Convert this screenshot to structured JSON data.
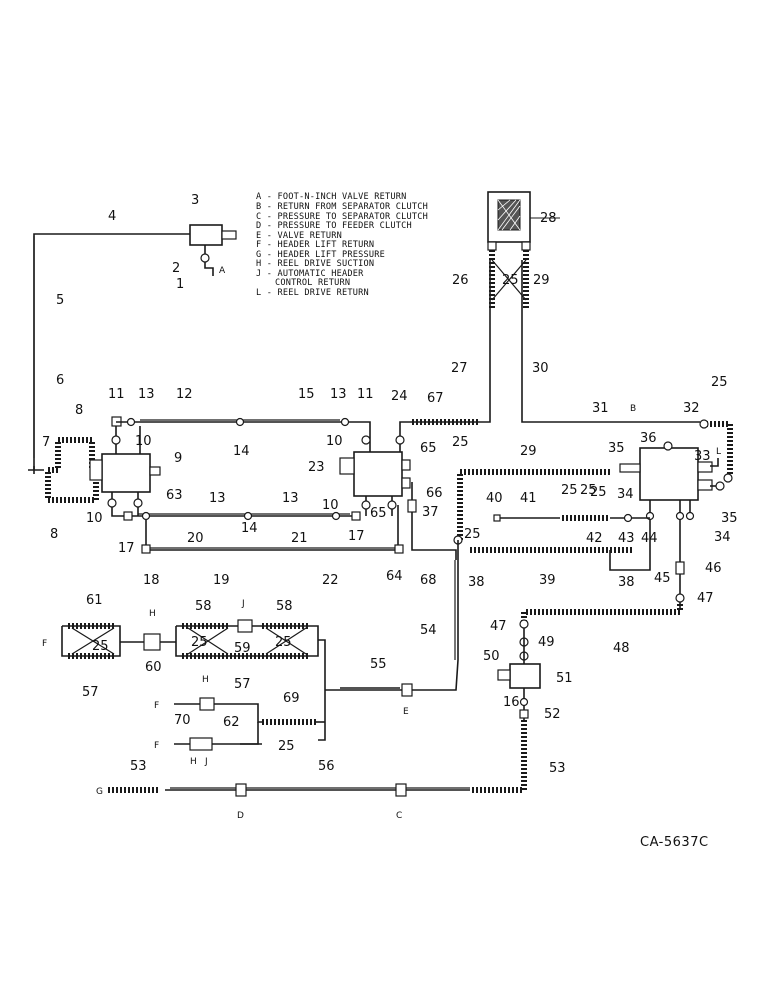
{
  "legend": [
    "A - FOOT-N-INCH VALVE RETURN",
    "B - RETURN FROM SEPARATOR CLUTCH",
    "C - PRESSURE TO SEPARATOR CLUTCH",
    "D - PRESSURE TO FEEDER CLUTCH",
    "E - VALVE RETURN",
    "F - HEADER LIFT RETURN",
    "G - HEADER LIFT PRESSURE",
    "H - REEL DRIVE SUCTION",
    "J - AUTOMATIC HEADER",
    "CONTROL RETURN",
    "L - REEL DRIVE RETURN"
  ],
  "drawing_code": "CA-5637C",
  "part_numbers": [
    "1",
    "2",
    "3",
    "4",
    "5",
    "6",
    "7",
    "8",
    "8",
    "9",
    "10",
    "10",
    "10",
    "10",
    "11",
    "11",
    "12",
    "13",
    "13",
    "13",
    "13",
    "14",
    "14",
    "15",
    "16",
    "17",
    "17",
    "18",
    "19",
    "20",
    "21",
    "22",
    "23",
    "24",
    "25",
    "25",
    "25",
    "25",
    "25",
    "25",
    "25",
    "25",
    "25",
    "25",
    "25",
    "26",
    "27",
    "28",
    "29",
    "29",
    "30",
    "31",
    "32",
    "33",
    "34",
    "34",
    "35",
    "35",
    "36",
    "37",
    "38",
    "38",
    "39",
    "40",
    "41",
    "42",
    "43",
    "44",
    "45",
    "46",
    "47",
    "47",
    "48",
    "49",
    "50",
    "51",
    "52",
    "53",
    "53",
    "54",
    "55",
    "56",
    "57",
    "57",
    "58",
    "58",
    "59",
    "60",
    "61",
    "62",
    "63",
    "64",
    "65",
    "65",
    "66",
    "67",
    "68",
    "69",
    "70"
  ],
  "port_letters": [
    "A",
    "B",
    "C",
    "D",
    "E",
    "F",
    "F",
    "F",
    "G",
    "H",
    "H",
    "H",
    "J",
    "J",
    "L"
  ]
}
